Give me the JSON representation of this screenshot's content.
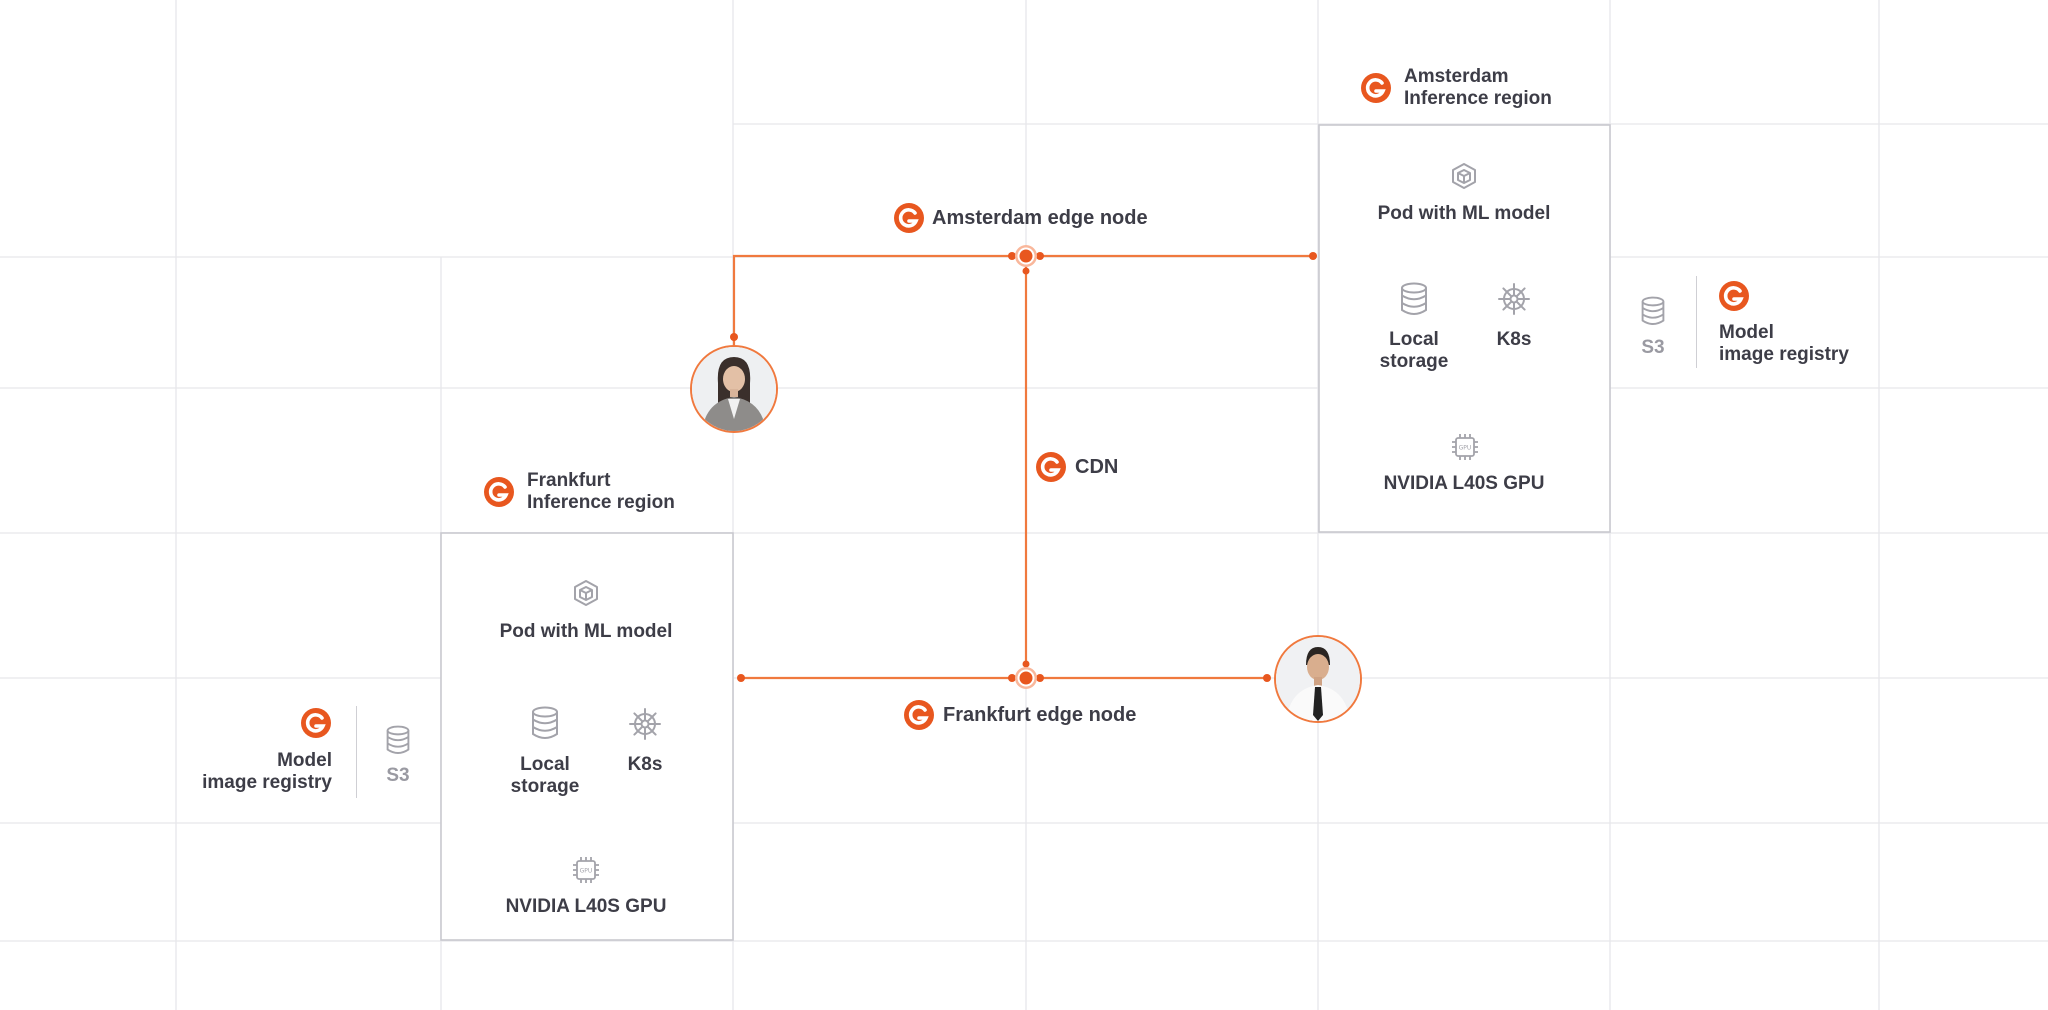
{
  "amsterdam_edge": {
    "label": "Amsterdam edge node"
  },
  "frankfurt_edge": {
    "label": "Frankfurt edge node"
  },
  "cdn": {
    "label": "CDN"
  },
  "amsterdam_region": {
    "title_line1": "Amsterdam",
    "title_line2": "Inference region",
    "pod": "Pod with ML model",
    "storage_line1": "Local",
    "storage_line2": "storage",
    "k8s": "K8s",
    "gpu": "NVIDIA L40S GPU",
    "gpu_chip": "GPU"
  },
  "frankfurt_region": {
    "title_line1": "Frankfurt",
    "title_line2": "Inference region",
    "pod": "Pod with ML model",
    "storage_line1": "Local",
    "storage_line2": "storage",
    "k8s": "K8s",
    "gpu": "NVIDIA L40S GPU",
    "gpu_chip": "GPU"
  },
  "registry_right": {
    "line1": "Model",
    "line2": "image registry",
    "s3": "S3"
  },
  "registry_left": {
    "line1": "Model",
    "line2": "image registry",
    "s3": "S3"
  },
  "colors": {
    "accent": "#e8571f",
    "line": "#f0793e",
    "text": "#3d3d47",
    "muted": "#9a9aa2",
    "grid": "#e6e6ea"
  },
  "icons": [
    "brand-logo-icon",
    "cube-icon",
    "database-icon",
    "helm-wheel-icon",
    "gpu-chip-icon",
    "user-avatar"
  ]
}
